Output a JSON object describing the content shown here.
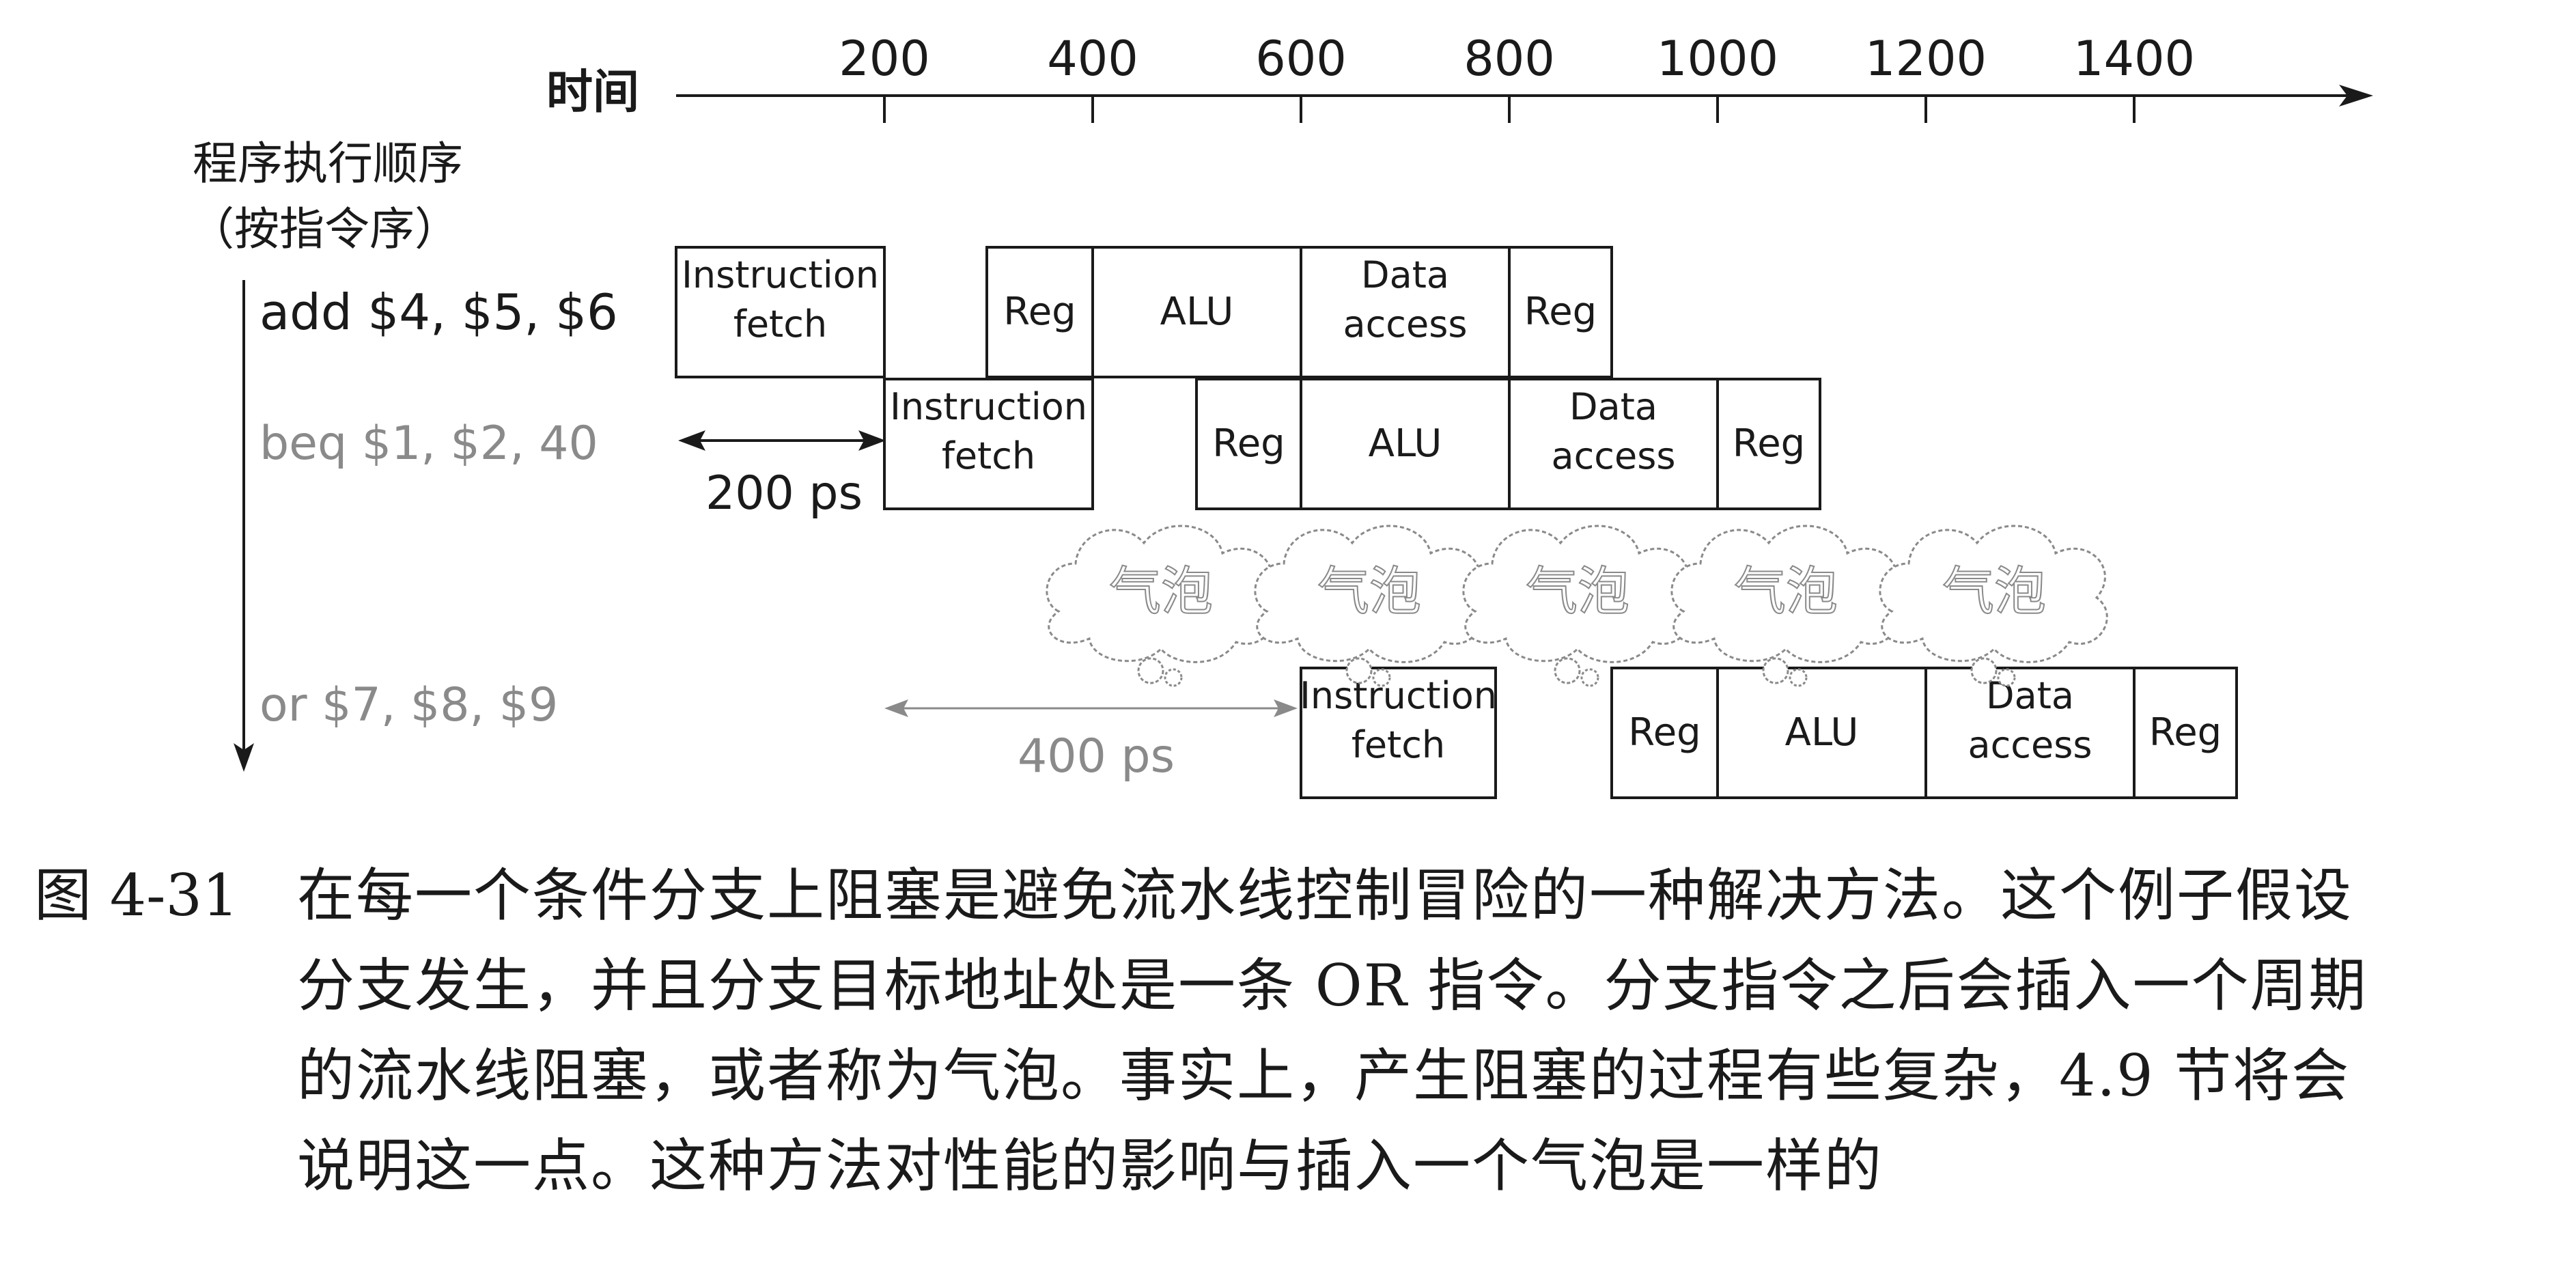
{
  "time_axis": {
    "label": "时间",
    "ticks": [
      "200",
      "400",
      "600",
      "800",
      "1000",
      "1200",
      "1400"
    ]
  },
  "order_label": [
    "程序执行顺序",
    "（按指令序）"
  ],
  "instructions": [
    {
      "text": "add $4, $5, $6",
      "style": "bold"
    },
    {
      "text": "beq $1, $2, 40",
      "style": "faded"
    },
    {
      "text": "or $7, $8, $9",
      "style": "faded"
    }
  ],
  "stages": {
    "fetch": [
      "Instruction",
      "fetch"
    ],
    "reg": "Reg",
    "alu": "ALU",
    "data": [
      "Data",
      "access"
    ]
  },
  "bubble_label": "气泡",
  "spans": {
    "first": "200 ps",
    "second": "400 ps"
  },
  "colors": {
    "ink": "#1a1a1a",
    "faded": "#8a8a8a"
  },
  "caption": {
    "label": "图 4-31",
    "lines": [
      "在每一个条件分支上阻塞是避免流水线控制冒险的一种解决方法。这个例子假设",
      "分支发生，并且分支目标地址处是一条 OR 指令。分支指令之后会插入一个周期",
      "的流水线阻塞，或者称为气泡。事实上，产生阻塞的过程有些复杂，4.9 节将会",
      "说明这一点。这种方法对性能的影响与插入一个气泡是一样的"
    ]
  }
}
